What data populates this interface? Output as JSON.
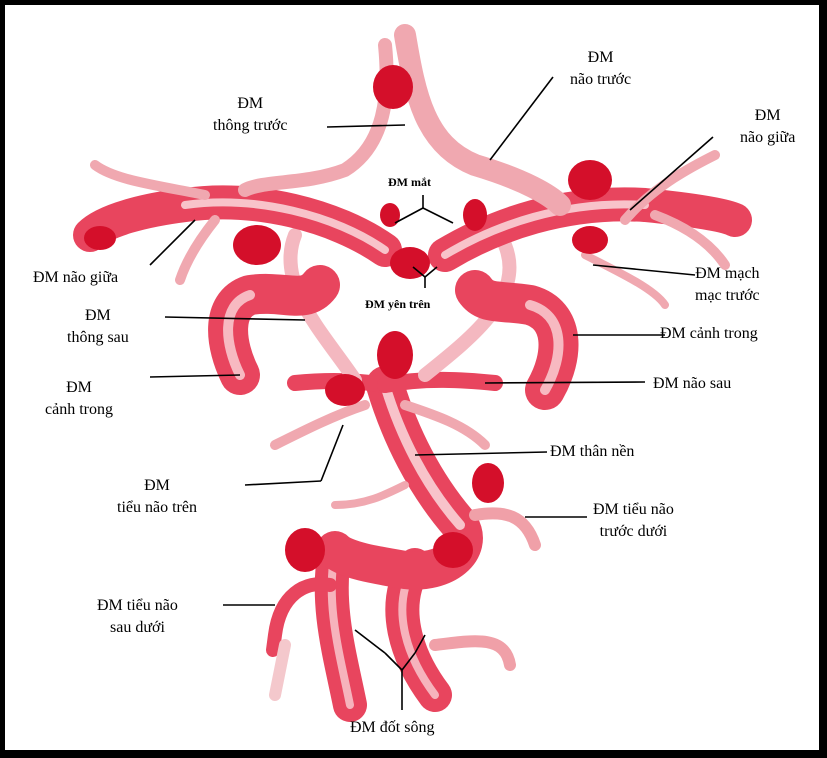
{
  "colors": {
    "artery": "#e8455e",
    "artery_dark": "#c41e3a",
    "highlight": "#f9c9cf",
    "aneurysm": "#d40f2a",
    "line": "#000000"
  },
  "labels": {
    "anterior_communicating": [
      "ĐM",
      "thông trước"
    ],
    "anterior_cerebral": [
      "ĐM",
      "não trước"
    ],
    "middle_cerebral_right": [
      "ĐM",
      "não giữa"
    ],
    "ophthalmic": "ĐM mắt",
    "middle_cerebral_left": "ĐM não giữa",
    "superior_hypophyseal": "ĐM yên trên",
    "anterior_choroidal": [
      "ĐM mạch",
      "mạc trước"
    ],
    "posterior_communicating": [
      "ĐM",
      "thông sau"
    ],
    "internal_carotid_right": "ĐM cảnh trong",
    "internal_carotid_left": [
      "ĐM",
      "cảnh trong"
    ],
    "posterior_cerebral": "ĐM não sau",
    "basilar": "ĐM thân nền",
    "superior_cerebellar": [
      "ĐM",
      "tiểu não trên"
    ],
    "anterior_inferior_cerebellar": [
      "ĐM tiểu não",
      "trước dưới"
    ],
    "posterior_inferior_cerebellar": [
      "ĐM tiểu não",
      "sau dưới"
    ],
    "vertebral": "ĐM đốt sông"
  }
}
